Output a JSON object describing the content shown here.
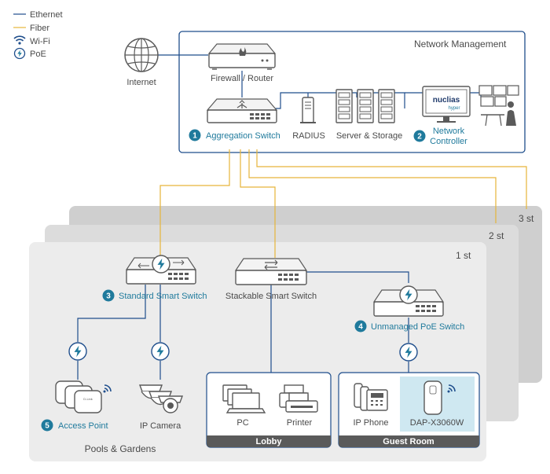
{
  "legend": {
    "ethernet": "Ethernet",
    "fiber": "Fiber",
    "wifi": "Wi-Fi",
    "poe": "PoE"
  },
  "colors": {
    "ethernet": "#1f4e8c",
    "fiber": "#e6b53a",
    "accent": "#1f7a9c",
    "floor": "#e6e6e6",
    "zone_header": "#5a5a5a",
    "highlight": "#cfe8f1"
  },
  "management": {
    "title": "Network Management",
    "internet": "Internet",
    "firewall": "Firewall / Router",
    "aggregation": {
      "num": "1",
      "label": "Aggregation Switch"
    },
    "radius": "RADIUS",
    "server": "Server & Storage",
    "controller": {
      "num": "2",
      "line1": "Network",
      "line2": "Controller"
    },
    "nuclias_logo": "nuclias",
    "nuclias_sub": "hyper"
  },
  "floors": {
    "f3": "3 st",
    "f2": "2 st",
    "f1": "1 st"
  },
  "devices": {
    "standard_switch": {
      "num": "3",
      "label": "Standard Smart Switch"
    },
    "stackable_switch": "Stackable Smart Switch",
    "unmanaged_poe": {
      "num": "4",
      "label": "Unmanaged PoE Switch"
    },
    "access_point": {
      "num": "5",
      "label": "Access Point"
    },
    "ip_camera": "IP Camera",
    "pc": "PC",
    "printer": "Printer",
    "ip_phone": "IP Phone",
    "dap": "DAP-X3060W",
    "ap_brand": "D-Link"
  },
  "zones": {
    "pools": "Pools & Gardens",
    "lobby": "Lobby",
    "guest": "Guest Room"
  }
}
